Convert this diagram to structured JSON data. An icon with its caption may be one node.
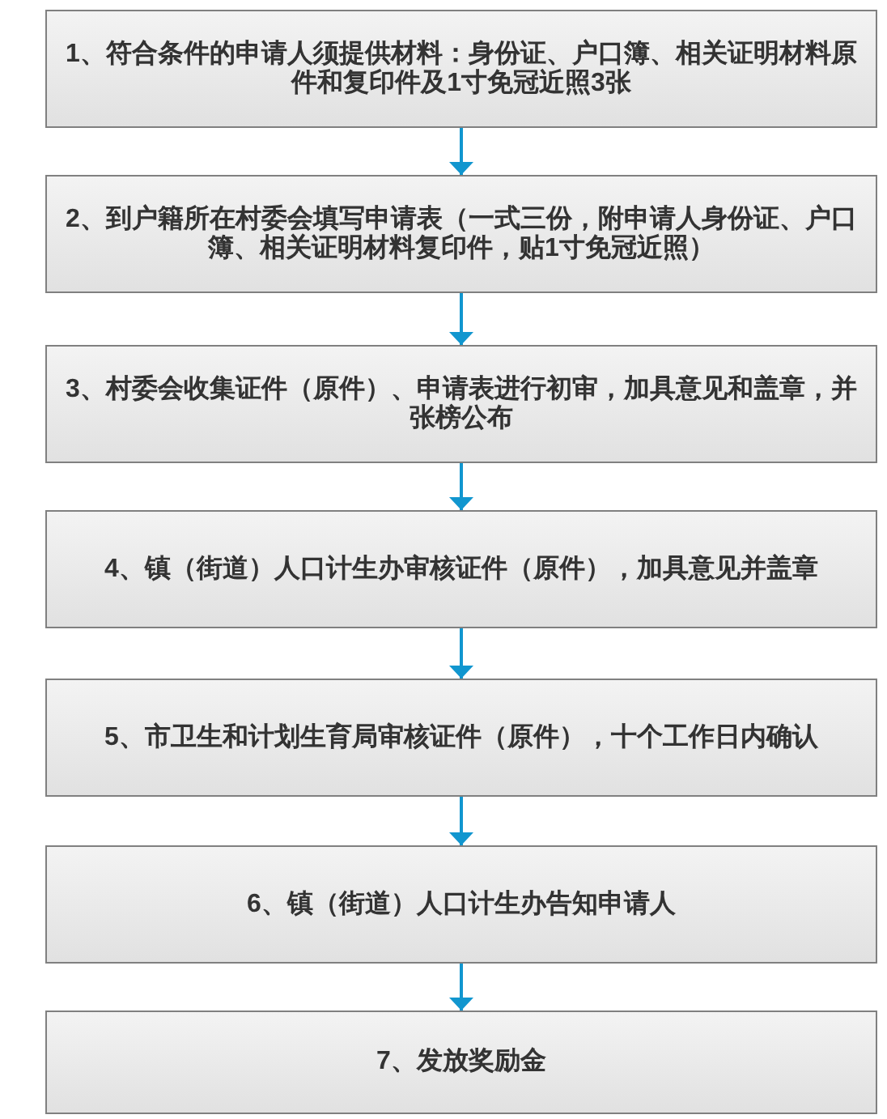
{
  "diagram": {
    "nodes": [
      {
        "text": [
          "1、符合条件的申请人须提供材料：身份证、户口簿、相关证明材料原件和复印件及1寸免冠近照3张"
        ]
      },
      {
        "text": [
          "2、到户籍所在村委会填写申请表（一式三份，附申请人身份证、户口簿、相关证明材料复印件，贴1寸免冠近照）"
        ]
      },
      {
        "text": [
          "3、村委会收集证件（原件）、申请表进行初审，加具意见和盖章，并张榜公布"
        ]
      },
      {
        "text": [
          "4、镇（街道）人口计生办审核证件（原件），加具意见并盖章"
        ]
      },
      {
        "text": [
          "5、市卫生和计划生育局审核证件（原件），十个工作日内确认"
        ]
      },
      {
        "text": [
          "6、镇（街道）人口计生办告知申请人"
        ]
      },
      {
        "text": [
          "7、发放奖励金"
        ]
      }
    ],
    "edges": [
      {
        "from": 0,
        "to": 1,
        "arrow": "to"
      },
      {
        "from": 1,
        "to": 2,
        "arrow": "to"
      },
      {
        "from": 2,
        "to": 3,
        "arrow": "to"
      },
      {
        "from": 3,
        "to": 4,
        "arrow": "to"
      },
      {
        "from": 4,
        "to": 5,
        "arrow": "to"
      },
      {
        "from": 5,
        "to": 6,
        "arrow": "to"
      }
    ]
  }
}
